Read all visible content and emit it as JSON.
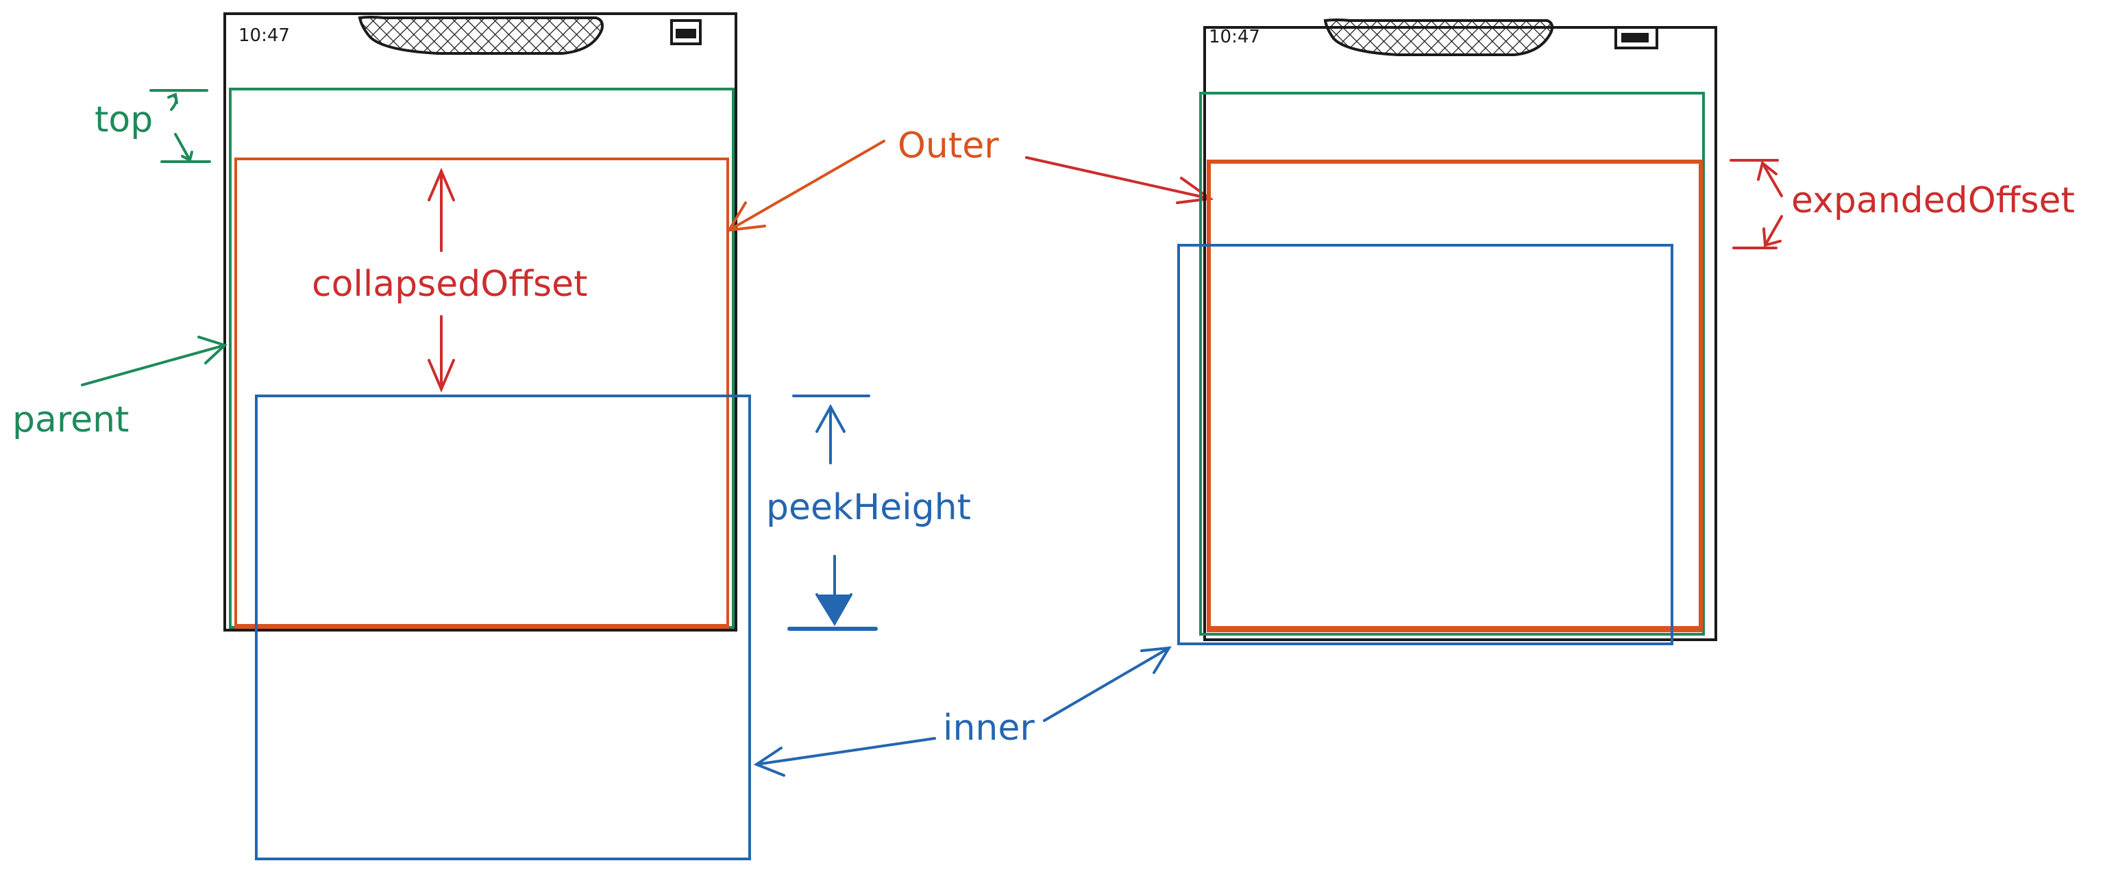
{
  "colors": {
    "parent": "#1e8a5a",
    "outer": "#d9531e",
    "inner": "#2466b0",
    "offset": "#cc2d2d",
    "phone": "#1a1a1a"
  },
  "phones": {
    "left": {
      "time": "10:47"
    },
    "right": {
      "time": "10:47"
    }
  },
  "labels": {
    "top": "top",
    "parent": "parent",
    "collapsed_offset": "collapsedOffset",
    "outer": "Outer",
    "peek_height": "peekHeight",
    "expanded_offset": "expandedOffset",
    "inner": "inner"
  }
}
